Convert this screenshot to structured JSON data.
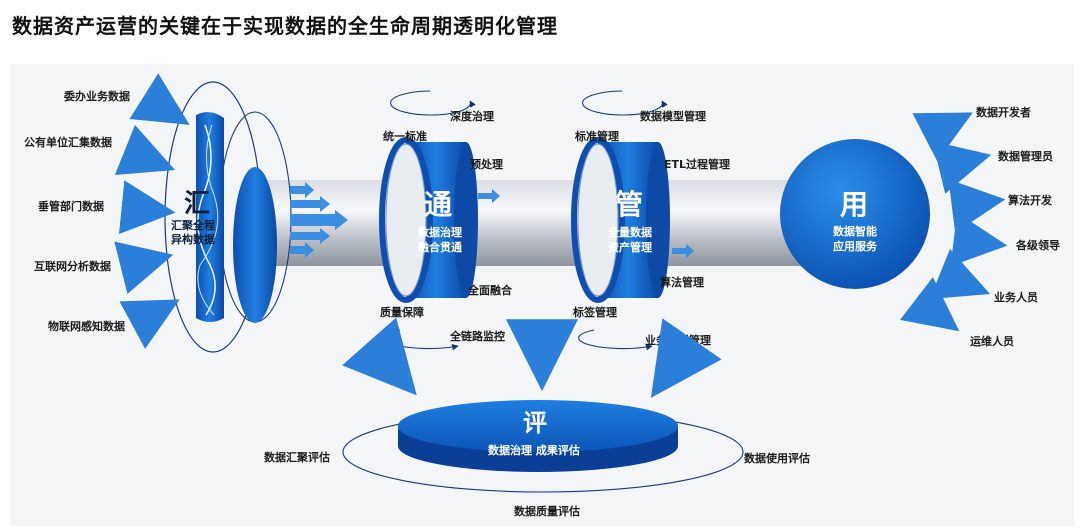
{
  "title": "数据资产运营的关键在于实现数据的全生命周期透明化管理",
  "sources": [
    "委办业务数据",
    "公有单位汇集数据",
    "垂管部门数据",
    "互联网分析数据",
    "物联网感知数据"
  ],
  "hui": {
    "char": "汇",
    "line1": "汇聚全程",
    "line2": "异构数据"
  },
  "tong": {
    "char": "通",
    "line1": "数据治理",
    "line2": "融合贯通",
    "labels": [
      "深度治理",
      "统一标准",
      "预处理",
      "全面融合",
      "质量保障",
      "全链路监控"
    ]
  },
  "guan": {
    "char": "管",
    "line1": "全量数据",
    "line2": "资产管理",
    "labels": [
      "数据模型管理",
      "标准管理",
      "ETL过程管理",
      "算法管理",
      "标签管理",
      "业务模型管理"
    ]
  },
  "yong": {
    "char": "用",
    "line1": "数据智能",
    "line2": "应用服务"
  },
  "users": [
    "数据开发者",
    "数据管理员",
    "算法开发",
    "各级领导",
    "业务人员",
    "运维人员"
  ],
  "ping": {
    "char": "评",
    "sub": "数据治理 成果评估",
    "labels": [
      "数据汇聚评估",
      "数据使用评估",
      "数据质量评估"
    ]
  }
}
